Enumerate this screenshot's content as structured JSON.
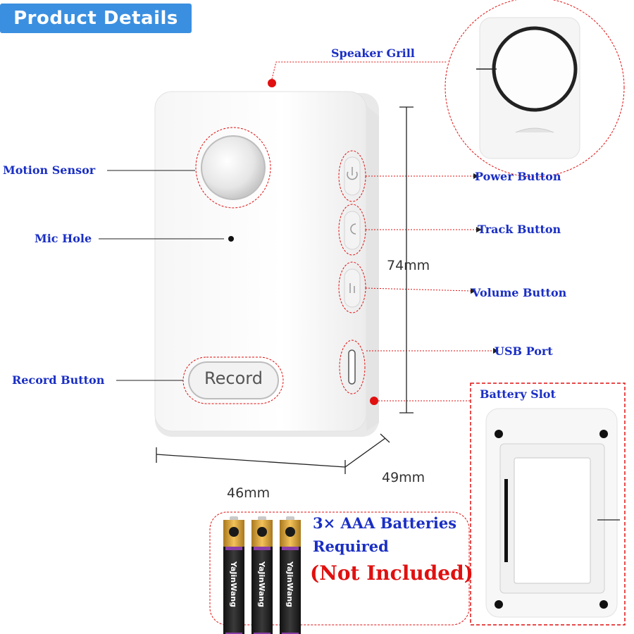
{
  "header": {
    "title": "Product Details"
  },
  "labels": {
    "speaker_grill": "Speaker Grill",
    "motion_sensor": "Motion Sensor",
    "mic_hole": "Mic Hole",
    "record_button": "Record Button",
    "power_button": "Power Button",
    "track_button": "Track Button",
    "volume_button": "Volume Button",
    "usb_port": "USB Port",
    "battery_slot": "Battery Slot"
  },
  "device": {
    "record_label": "Record"
  },
  "dimensions": {
    "height": "74mm",
    "width": "46mm",
    "depth": "49mm"
  },
  "batteries": {
    "line1": "3× AAA Batteries",
    "line2": "Required",
    "line3": "(Not Included)",
    "brand": "YaJinWang"
  },
  "colors": {
    "label_blue": "#1a2fc4",
    "accent_red": "#e01010",
    "badge_blue": "#3b8fe0"
  }
}
